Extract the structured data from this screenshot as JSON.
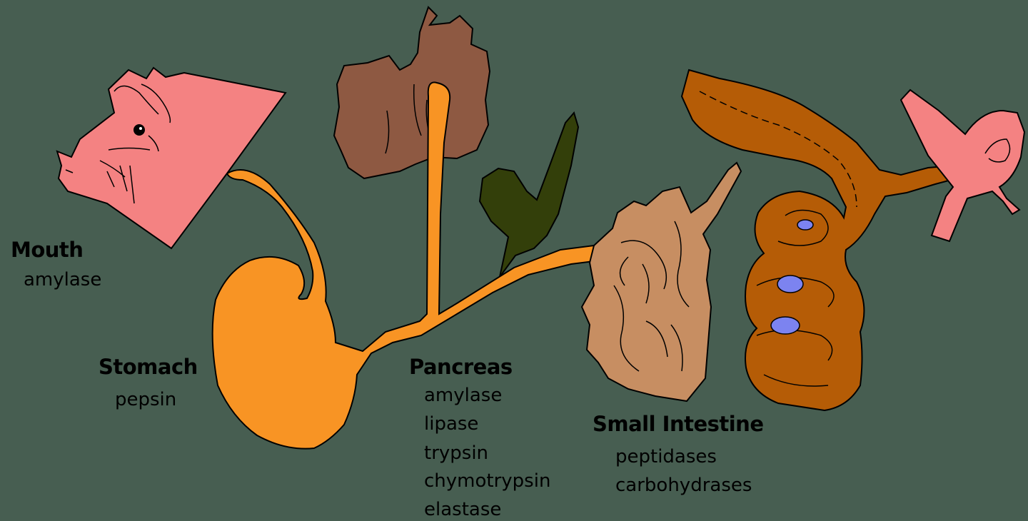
{
  "colors": {
    "background": "#475e51",
    "pig_pink": "#f48282",
    "liver_brown": "#8e5942",
    "esophagus_orange": "#f89424",
    "gallbladder_green": "#333f0a",
    "small_intestine_tan": "#c78e62",
    "large_intestine_brown": "#b55c06",
    "blue_spot": "#7c83f0",
    "outline": "#000000"
  },
  "organs": [
    {
      "name": "pig-head"
    },
    {
      "name": "liver"
    },
    {
      "name": "gall-bladder"
    },
    {
      "name": "stomach"
    },
    {
      "name": "pancreas"
    },
    {
      "name": "small-intestine"
    },
    {
      "name": "large-intestine"
    },
    {
      "name": "pig-tail"
    }
  ],
  "labels": {
    "mouth": {
      "title": "Mouth",
      "enzymes": [
        "amylase"
      ]
    },
    "stomach": {
      "title": "Stomach",
      "enzymes": [
        "pepsin"
      ]
    },
    "pancreas": {
      "title": "Pancreas",
      "enzymes": [
        "amylase",
        "lipase",
        "trypsin",
        "chymotrypsin",
        "elastase"
      ]
    },
    "small_intestine": {
      "title": "Small Intestine",
      "enzymes": [
        "peptidases",
        "carbohydrases"
      ]
    }
  }
}
